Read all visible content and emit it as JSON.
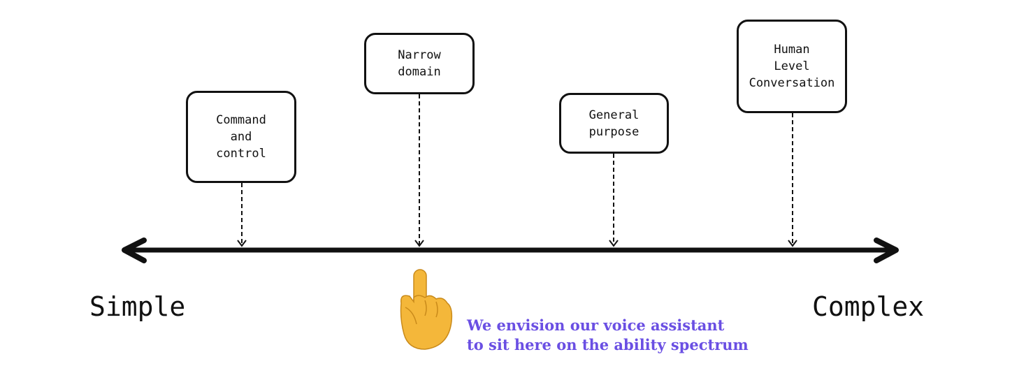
{
  "spectrum": {
    "left_label": "Simple",
    "right_label": "Complex"
  },
  "stages": [
    {
      "lines": [
        "Command",
        "and",
        "control"
      ]
    },
    {
      "lines": [
        "Narrow",
        "domain"
      ]
    },
    {
      "lines": [
        "General",
        "purpose"
      ]
    },
    {
      "lines": [
        "Human",
        "Level",
        "Conversation"
      ]
    }
  ],
  "pointer": {
    "icon": "pointing-hand-icon",
    "note_lines": [
      "We envision our voice assistant",
      "to sit here on the ability spectrum"
    ]
  },
  "colors": {
    "line": "#111111",
    "note": "#6a4fe3",
    "hand": "#f4b73a"
  }
}
